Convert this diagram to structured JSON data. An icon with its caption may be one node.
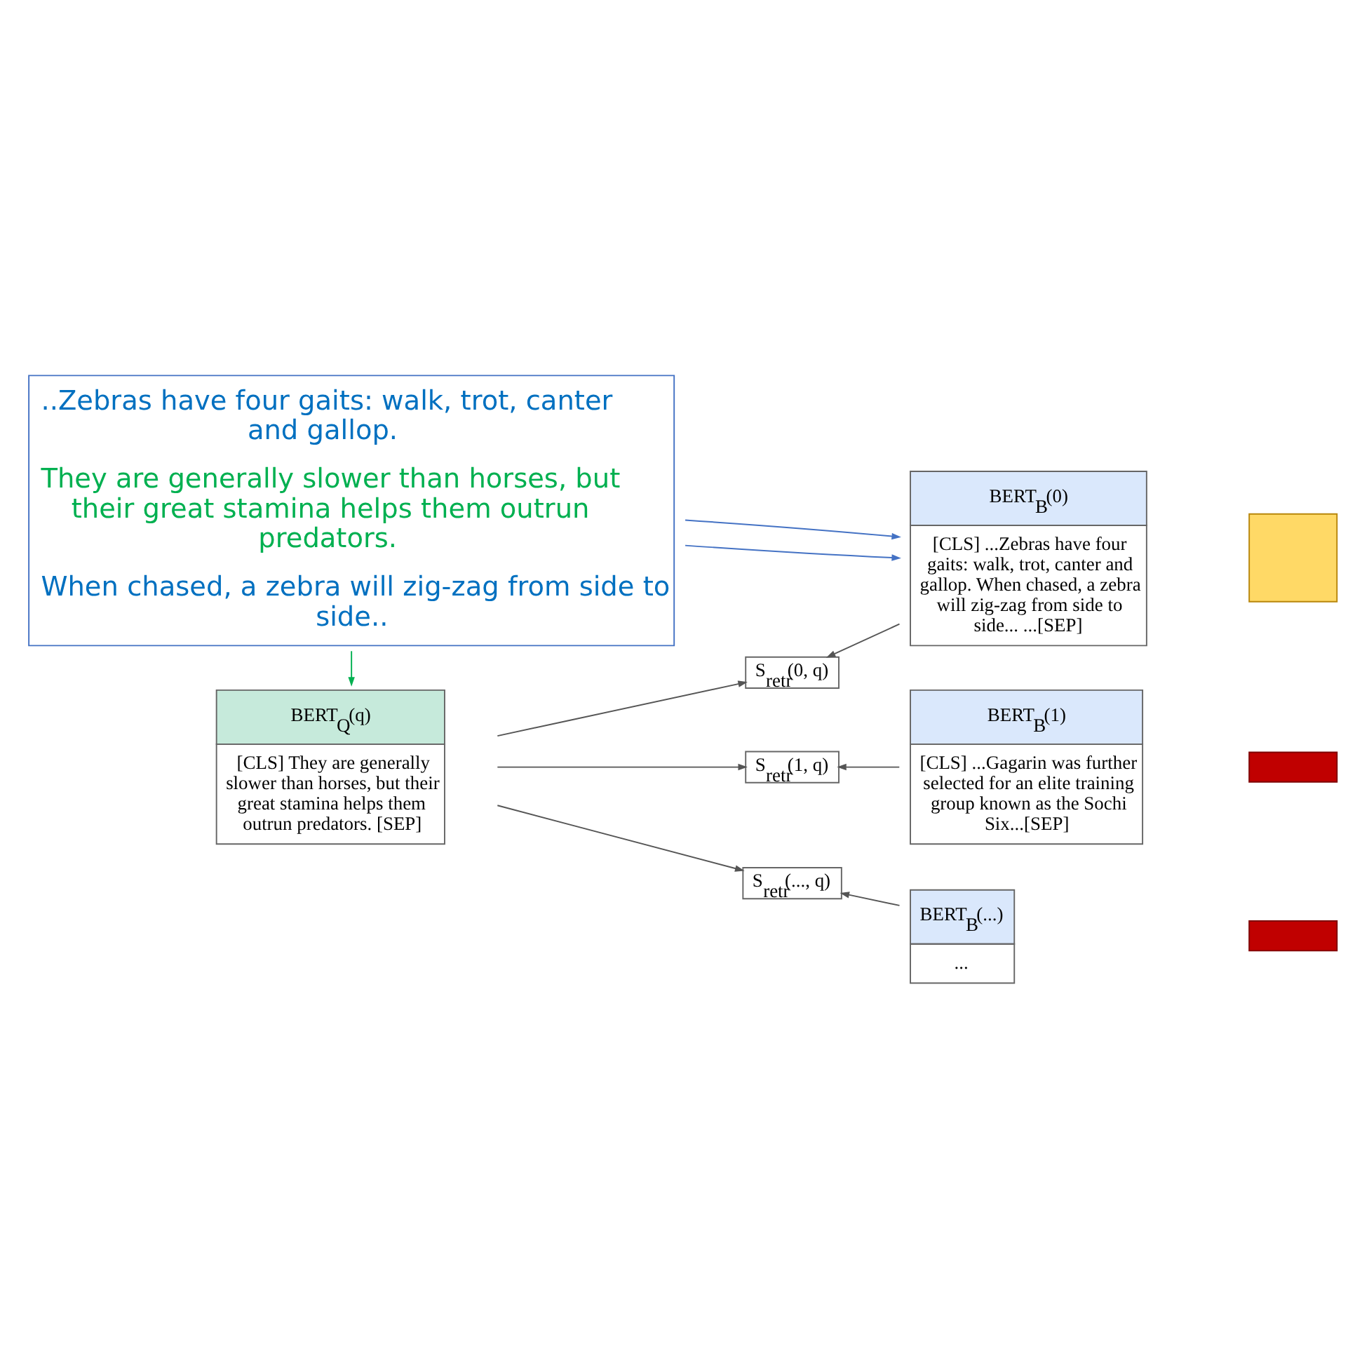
{
  "diagram": {
    "nodes": [
      {
        "text": [
          "..Zebras have four gaits: walk, trot, canter and gallop.",
          "They are generally slower than horses, but their great stamina helps them outrun predators.",
          "When chased, a zebra will zig-zag from side to side.."
        ]
      },
      {
        "text": [
          "S$_{retr}$(0, q)"
        ]
      },
      {
        "text": [
          "BERT$_{B}$(0)",
          "[CLS] ...Zebras have four gaits: walk, trot, canter and gallop. When chased, a zebra will zig-zag from side to side... ...[SEP]"
        ]
      },
      {
        "text": [],
        "shape": "cross"
      },
      {
        "text": [
          "BERT$_{Q}$(q)",
          "[CLS] They are generally slower than horses, but their great stamina helps them outrun predators. [SEP]"
        ]
      },
      {
        "text": [
          "S$_{retr}$(1, q)"
        ]
      },
      {
        "text": [
          "BERT$_{B}$(1)",
          "[CLS] ...Gagarin was further selected for an elite training group known as the Sochi Six...[SEP]"
        ]
      },
      {
        "text": [],
        "shape": "bar"
      },
      {
        "text": [
          "S$_{retr}$(..., q)"
        ]
      },
      {
        "text": [
          "BERT$_{B}$(...)",
          "..."
        ]
      },
      {
        "text": [],
        "shape": "bar"
      }
    ],
    "edges": [
      {
        "from": 0,
        "to": 4,
        "arrow": "to",
        "color": "#00b050"
      },
      {
        "from": 0,
        "to": 2,
        "arrow": "to",
        "color": "#4472c4"
      },
      {
        "from": 0,
        "to": 2,
        "arrow": "to",
        "color": "#4472c4"
      },
      {
        "from": 4,
        "to": 1,
        "arrow": "to"
      },
      {
        "from": 4,
        "to": 5,
        "arrow": "to"
      },
      {
        "from": 4,
        "to": 8,
        "arrow": "to"
      },
      {
        "from": 2,
        "to": 1,
        "arrow": "to"
      },
      {
        "from": 6,
        "to": 5,
        "arrow": "to"
      },
      {
        "from": 9,
        "to": 8,
        "arrow": "to"
      }
    ]
  }
}
